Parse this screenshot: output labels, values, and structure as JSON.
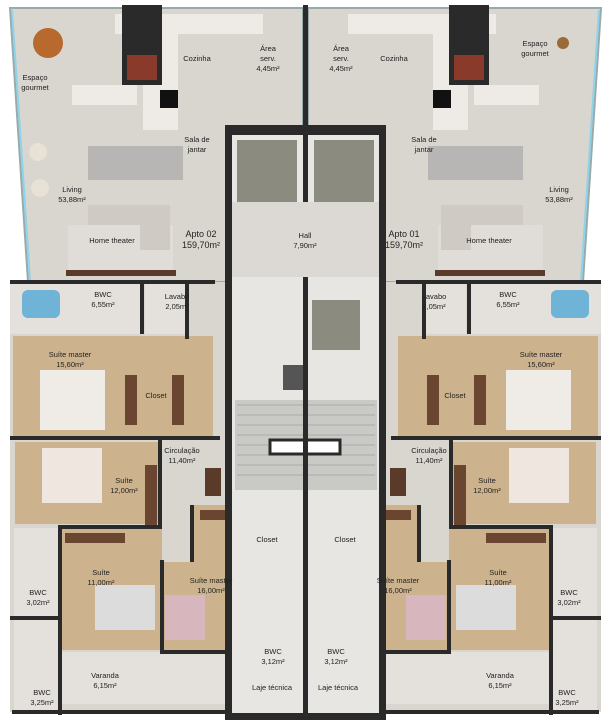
{
  "plan": {
    "colors": {
      "wall": "#2a2a2a",
      "tile": "#d9d5cf",
      "wood": "#cdb38d",
      "window": "#8fd3ea",
      "elevator": "#8c8b7f"
    },
    "apto_02": {
      "unit": {
        "name": "Apto 02",
        "area": "159,70m²"
      },
      "espaco_gourmet": {
        "name": "Espaço",
        "name2": "gourmet"
      },
      "cozinha": {
        "name": "Cozinha"
      },
      "area_serv": {
        "name": "Área",
        "name2": "serv.",
        "area": "4,45m²"
      },
      "sala_jantar": {
        "name": "Sala de",
        "name2": "jantar"
      },
      "living": {
        "name": "Living",
        "area": "53,88m²"
      },
      "home_theater": {
        "name": "Home theater"
      },
      "bwc_master": {
        "name": "BWC",
        "area": "6,55m²"
      },
      "lavabo": {
        "name": "Lavabo",
        "area": "2,05m²"
      },
      "suite_master_1": {
        "name": "Suíte master",
        "area": "15,60m²"
      },
      "closet_1": {
        "name": "Closet"
      },
      "circulacao": {
        "name": "Circulação",
        "area": "11,40m²"
      },
      "suite_12": {
        "name": "Suíte",
        "area": "12,00m²"
      },
      "closet_2": {
        "name": "Closet"
      },
      "suite_11": {
        "name": "Suíte",
        "area": "11,00m²"
      },
      "suite_master_2": {
        "name": "Suíte master",
        "area": "16,00m²"
      },
      "bwc_302": {
        "name": "BWC",
        "area": "3,02m²"
      },
      "bwc_312": {
        "name": "BWC",
        "area": "3,12m²"
      },
      "varanda": {
        "name": "Varanda",
        "area": "6,15m²"
      },
      "bwc_325": {
        "name": "BWC",
        "area": "3,25m²"
      },
      "laje": {
        "name": "Laje técnica"
      }
    },
    "apto_01": {
      "unit": {
        "name": "Apto 01",
        "area": "159,70m²"
      },
      "espaco_gourmet": {
        "name": "Espaço",
        "name2": "gourmet"
      },
      "cozinha": {
        "name": "Cozinha"
      },
      "area_serv": {
        "name": "Área",
        "name2": "serv.",
        "area": "4,45m²"
      },
      "sala_jantar": {
        "name": "Sala de",
        "name2": "jantar"
      },
      "living": {
        "name": "Living",
        "area": "53,88m²"
      },
      "home_theater": {
        "name": "Home theater"
      },
      "bwc_master": {
        "name": "BWC",
        "area": "6,55m²"
      },
      "lavabo": {
        "name": "Lavabo",
        "area": "2,05m²"
      },
      "suite_master_1": {
        "name": "Suíte master",
        "area": "15,60m²"
      },
      "closet_1": {
        "name": "Closet"
      },
      "circulacao": {
        "name": "Circulação",
        "area": "11,40m²"
      },
      "suite_12": {
        "name": "Suíte",
        "area": "12,00m²"
      },
      "closet_2": {
        "name": "Closet"
      },
      "suite_11": {
        "name": "Suíte",
        "area": "11,00m²"
      },
      "suite_master_2": {
        "name": "Suíte master",
        "area": "16,00m²"
      },
      "bwc_302": {
        "name": "BWC",
        "area": "3,02m²"
      },
      "bwc_312": {
        "name": "BWC",
        "area": "3,12m²"
      },
      "varanda": {
        "name": "Varanda",
        "area": "6,15m²"
      },
      "bwc_325": {
        "name": "BWC",
        "area": "3,25m²"
      },
      "laje": {
        "name": "Laje técnica"
      }
    },
    "hall": {
      "name": "Hall",
      "area": "7,90m²"
    }
  }
}
